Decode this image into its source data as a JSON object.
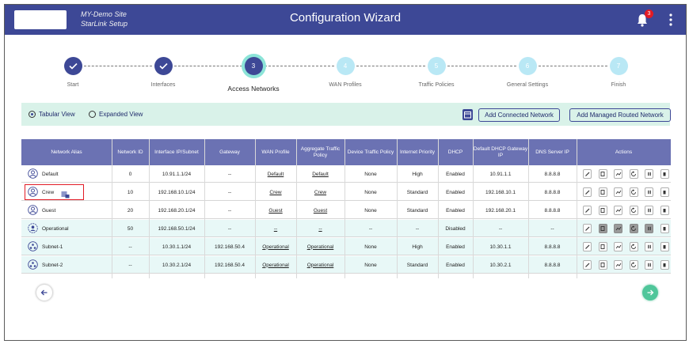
{
  "header": {
    "site_name": "MY-Demo Site",
    "site_sub": "StarLink Setup",
    "title": "Configuration Wizard",
    "notification_count": "3",
    "colors": {
      "bar": "#3d4896",
      "badge": "#e21b25"
    }
  },
  "steps": [
    {
      "label": "Start",
      "num": "1",
      "state": "done"
    },
    {
      "label": "Interfaces",
      "num": "2",
      "state": "done"
    },
    {
      "label": "Access Networks",
      "num": "3",
      "state": "active"
    },
    {
      "label": "WAN Profiles",
      "num": "4",
      "state": "todo"
    },
    {
      "label": "Traffic Policies",
      "num": "5",
      "state": "todo"
    },
    {
      "label": "General Settings",
      "num": "6",
      "state": "todo"
    },
    {
      "label": "Finish",
      "num": "7",
      "state": "todo"
    }
  ],
  "views": {
    "tabular": "Tabular View",
    "expanded": "Expanded View",
    "selected": "tabular"
  },
  "buttons": {
    "add_connected": "Add Connected Network",
    "add_managed": "Add Managed Routed Network"
  },
  "table": {
    "headers": [
      "Network Alias",
      "Network ID",
      "Interface IP/Subnet",
      "Gateway",
      "WAN Profile",
      "Aggregate Traffic Policy",
      "Device Traffic Policy",
      "Internet Priority",
      "DHCP",
      "Default DHCP Gateway IP",
      "DNS Server IP",
      "Actions"
    ],
    "rows": [
      {
        "alias": "Default",
        "id": "0",
        "ip": "10.91.1.1/24",
        "gw": "--",
        "wan": "Default",
        "agg": "Default",
        "dev": "None",
        "prio": "High",
        "dhcp": "Enabled",
        "dgw": "10.91.1.1",
        "dns": "8.8.8.8",
        "icon": "user-icon",
        "alt": false,
        "disabled": false
      },
      {
        "alias": "Crew",
        "id": "10",
        "ip": "192.168.10.1/24",
        "gw": "--",
        "wan": "Crew",
        "agg": "Crew",
        "dev": "None",
        "prio": "Standard",
        "dhcp": "Enabled",
        "dgw": "192.168.10.1",
        "dns": "8.8.8.8",
        "icon": "user-icon",
        "alt": false,
        "disabled": false,
        "highlight": true
      },
      {
        "alias": "Guest",
        "id": "20",
        "ip": "192.168.20.1/24",
        "gw": "--",
        "wan": "Guest",
        "agg": "Guest",
        "dev": "None",
        "prio": "Standard",
        "dhcp": "Enabled",
        "dgw": "192.168.20.1",
        "dns": "8.8.8.8",
        "icon": "user-icon",
        "alt": false,
        "disabled": false
      },
      {
        "alias": "Operational",
        "id": "50",
        "ip": "192.168.50.1/24",
        "gw": "--",
        "wan": "--",
        "agg": "--",
        "dev": "--",
        "prio": "--",
        "dhcp": "Disabled",
        "dgw": "--",
        "dns": "--",
        "icon": "cog-user-icon",
        "alt": true,
        "disabled": true
      },
      {
        "alias": "Subnet-1",
        "id": "--",
        "ip": "10.30.1.1/24",
        "gw": "192.168.50.4",
        "wan": "Operational",
        "agg": "Operational",
        "dev": "None",
        "prio": "High",
        "dhcp": "Enabled",
        "dgw": "10.30.1.1",
        "dns": "8.8.8.8",
        "icon": "network-icon",
        "alt": true,
        "disabled": false
      },
      {
        "alias": "Subnet-2",
        "id": "--",
        "ip": "10.30.2.1/24",
        "gw": "192.168.50.4",
        "wan": "Operational",
        "agg": "Operational",
        "dev": "None",
        "prio": "Standard",
        "dhcp": "Enabled",
        "dgw": "10.30.2.1",
        "dns": "8.8.8.8",
        "icon": "network-icon",
        "alt": true,
        "disabled": false
      }
    ],
    "actions": [
      "edit-icon",
      "copy-icon",
      "chart-icon",
      "cycle-icon",
      "pause-icon",
      "delete-icon"
    ]
  }
}
